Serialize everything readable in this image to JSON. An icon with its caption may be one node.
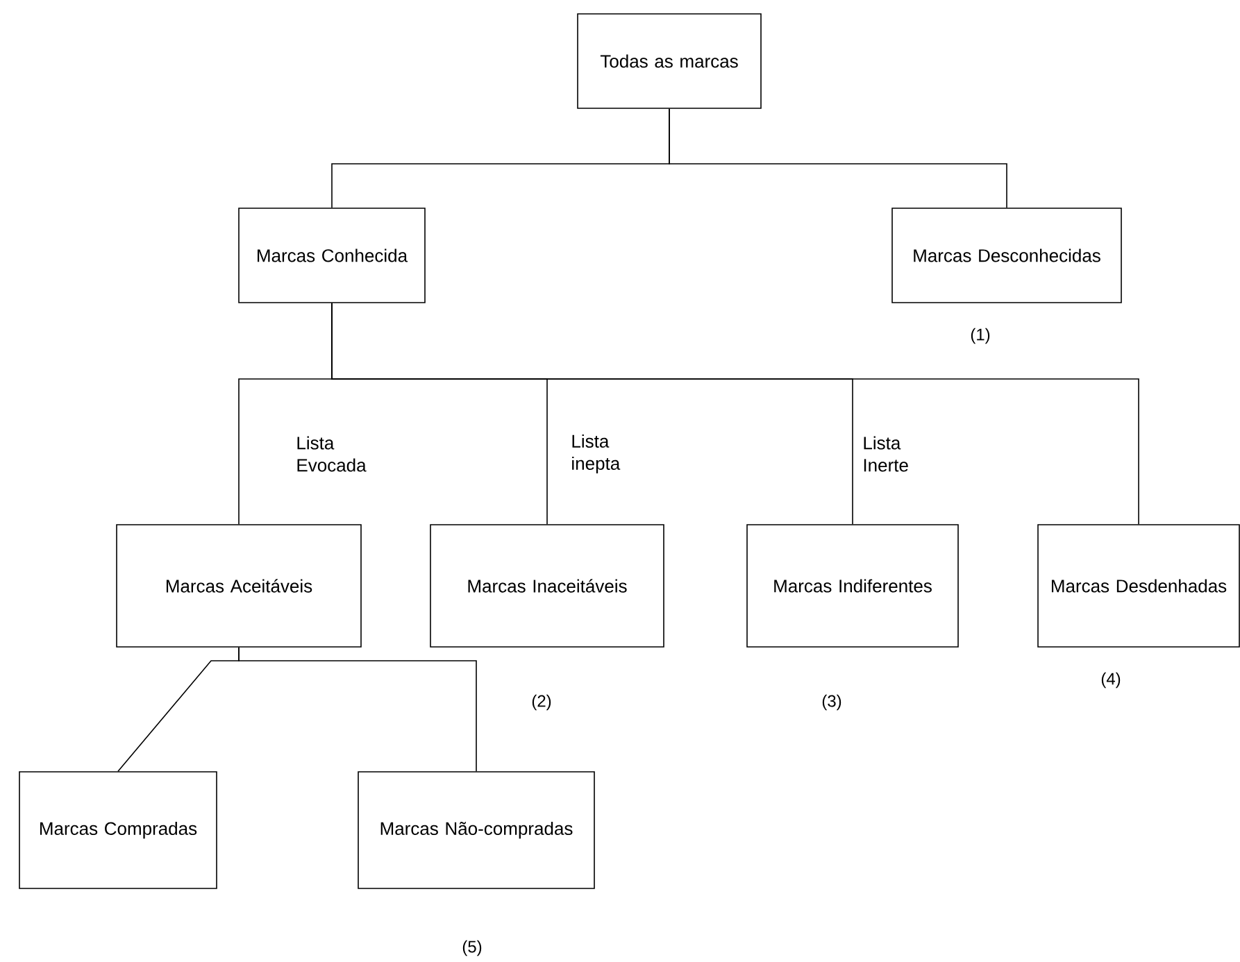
{
  "diagram": {
    "nodes": [
      {
        "text": [
          "Todas as marcas"
        ]
      },
      {
        "text": [
          "Marcas Conhecida"
        ]
      },
      {
        "text": [
          "Marcas Desconhecidas"
        ],
        "beside": [
          "(1)"
        ]
      },
      {
        "text": [
          "Marcas Aceitáveis"
        ]
      },
      {
        "text": [
          "Marcas Inaceitáveis"
        ],
        "beside": [
          "(2)"
        ]
      },
      {
        "text": [
          "Marcas Indiferentes"
        ],
        "beside": [
          "(3)"
        ]
      },
      {
        "text": [
          "Marcas Desdenhadas"
        ],
        "beside": [
          "(4)"
        ]
      },
      {
        "text": [
          "Marcas Compradas"
        ]
      },
      {
        "text": [
          "Marcas Não-compradas"
        ],
        "beside": [
          "(5)"
        ]
      }
    ],
    "edges": [
      {
        "from": 0,
        "to": 1,
        "arrow": "none"
      },
      {
        "from": 0,
        "to": 2,
        "arrow": "none"
      },
      {
        "from": 1,
        "to": 3,
        "arrow": "none",
        "label": "Lista Evocada"
      },
      {
        "from": 1,
        "to": 4,
        "arrow": "none",
        "label": "Lista inepta"
      },
      {
        "from": 1,
        "to": 5,
        "arrow": "none",
        "label": "Lista Inerte"
      },
      {
        "from": 1,
        "to": 6,
        "arrow": "none"
      },
      {
        "from": 3,
        "to": 7,
        "arrow": "none"
      },
      {
        "from": 3,
        "to": 8,
        "arrow": "none"
      }
    ]
  }
}
